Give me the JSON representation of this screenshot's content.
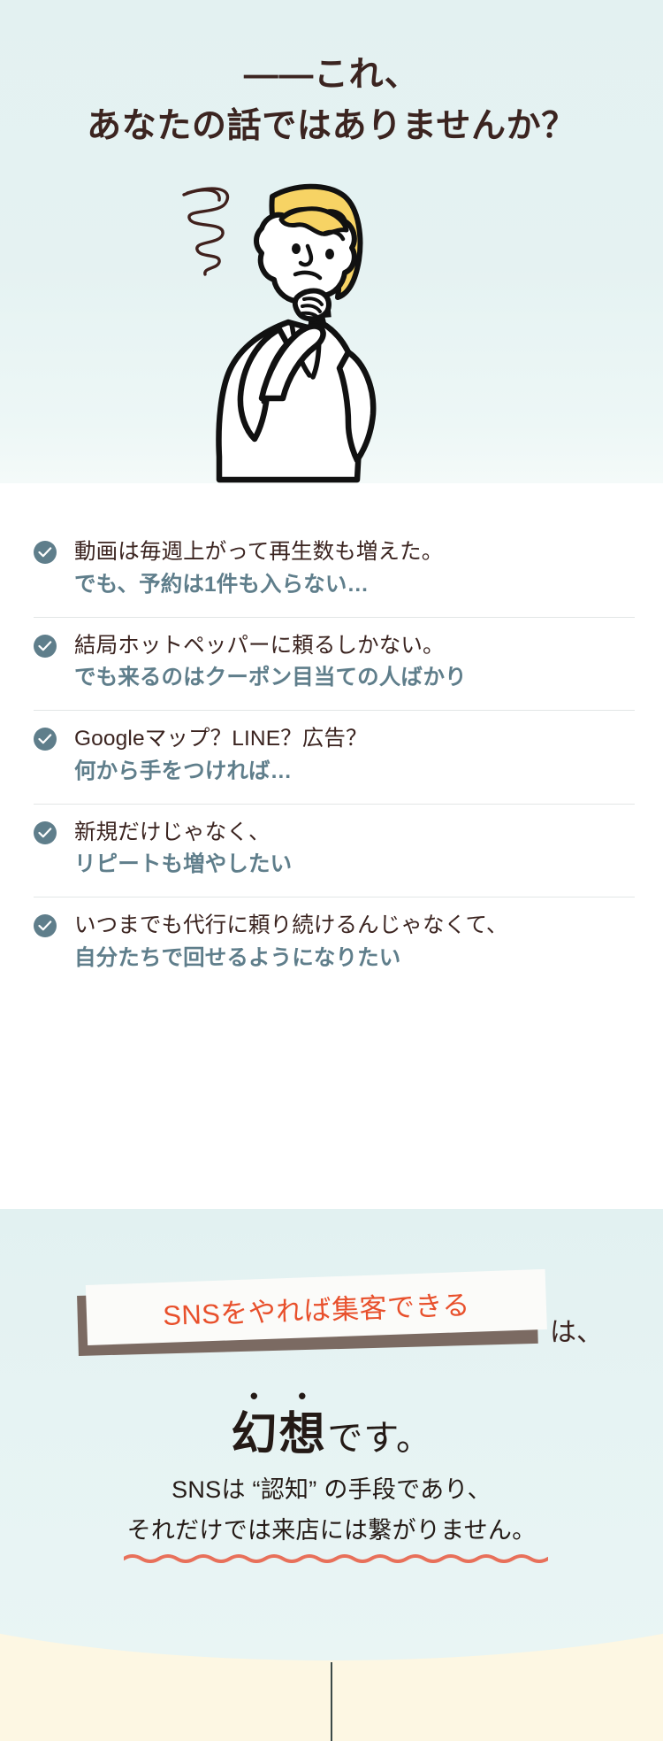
{
  "hero": {
    "title_line1": "——これ、",
    "title_line2": "あなたの話ではありませんか？",
    "illustration_name": "worried-businessman-illustration",
    "colors": {
      "background": "#e4f2f2",
      "title": "#3b2420",
      "hair": "#f7d364",
      "tie": "#f5c84c"
    }
  },
  "checklist": {
    "icon_name": "check-circle-icon",
    "icon_color": "#5f7e8b",
    "items": [
      {
        "line1": "動画は毎週上がって再生数も増えた。",
        "line2": "でも、予約は1件も入らない…"
      },
      {
        "line1": "結局ホットペッパーに頼るしかない。",
        "line2": "でも来るのはクーポン目当ての人ばかり"
      },
      {
        "line1": "Googleマップ？LINE？広告？",
        "line2": "何から手をつければ…"
      },
      {
        "line1": "新規だけじゃなく、",
        "line2": "リピートも増やしたい"
      },
      {
        "line1": "いつまでも代行に頼り続けるんじゃなくて、",
        "line2": "自分たちで回せるようになりたい"
      }
    ],
    "colors": {
      "line1": "#3b2420",
      "line2": "#5f7e8b",
      "divider": "#e3e6e6",
      "background": "#ffffff"
    }
  },
  "conclusion": {
    "banner_text": "SNSをやれば集客できる",
    "banner_suffix": "は、",
    "emphasis_word": "幻想",
    "emphasis_tail": "です。",
    "paragraph_line1": "SNSは “認知” の手段であり、",
    "paragraph_line2": "それだけでは来店には繋がりません。",
    "colors": {
      "banner_text": "#e8502c",
      "banner_card": "#fbfbf9",
      "banner_shadow": "#7b6a62",
      "background": "#e6f3f3",
      "footer_background": "#fdf7e3",
      "underline": "#e8705a",
      "text": "#241a16"
    }
  }
}
